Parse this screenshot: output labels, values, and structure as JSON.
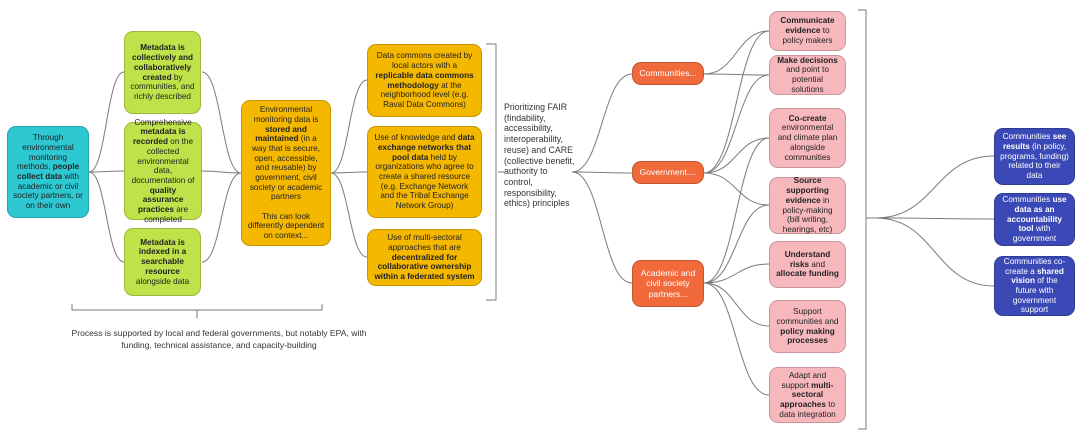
{
  "nodes": {
    "start": [
      "Through environmental monitoring methods, ",
      {
        "b": "people collect data"
      },
      " with academic or civil society partners, or on their own"
    ],
    "meta_collective": [
      {
        "b": "Metadata is collectively and collaboratively created"
      },
      " by communities, and richly described"
    ],
    "meta_recorded": [
      "Comprehensive ",
      {
        "b": "metadata is recorded"
      },
      " on the collected environmental data, documentation of ",
      {
        "b": "quality assurance practices"
      },
      " are completed"
    ],
    "meta_indexed": [
      {
        "b": "Metadata is indexed in a searchable resource"
      },
      " alongside data"
    ],
    "stored": [
      "Environmental monitoring data is ",
      {
        "b": "stored and maintained"
      },
      " (in a way that is secure, open, accessible, and reusable) by government, civil society or academic partners",
      {
        "br": 2
      },
      "This can look differently dependent on context..."
    ],
    "commons": [
      "Data commons created by local actors with a ",
      {
        "b": "replicable data commons methodology"
      },
      " at the neighborhood level (e.g. Raval Data Commons)"
    ],
    "exchange": [
      "Use of knowledge and ",
      {
        "b": "data exchange networks that pool data"
      },
      " held by organizations who agree to create a shared resource (e.g. Exchange Network and the Tribal Exchange Network Group)"
    ],
    "multisectoral": [
      "Use of multi-sectoral approaches that are ",
      {
        "b": "decentralized for collaborative ownership within a federated system"
      }
    ],
    "communities": [
      "Communities..."
    ],
    "government": [
      "Government...."
    ],
    "academic": [
      "Academic and civil society partners..."
    ],
    "communicate": [
      {
        "b": "Communicate evidence"
      },
      " to policy makers"
    ],
    "decisions": [
      {
        "b": "Make decisions"
      },
      " and point to potential solutions"
    ],
    "cocreate": [
      {
        "b": "Co-create"
      },
      " environmental and climate plan alongside communities"
    ],
    "source": [
      {
        "b": "Source supporting evidence"
      },
      " in policy-making (bill writing, hearings, etc)"
    ],
    "risks": [
      {
        "b": "Understand risks"
      },
      " and ",
      {
        "b": "allocate funding"
      }
    ],
    "support": [
      "Support communities and ",
      {
        "b": "policy making processes"
      }
    ],
    "adapt": [
      "Adapt and support ",
      {
        "b": "multi-sectoral approaches"
      },
      " to data integration"
    ],
    "see_results": [
      "Communities ",
      {
        "b": "see results"
      },
      " (in policy, programs, funding) related to their data"
    ],
    "accountability": [
      "Communities ",
      {
        "b": "use data as an accountability tool"
      },
      " with government"
    ],
    "shared_vision": [
      "Communities co-create a ",
      {
        "b": "shared vision"
      },
      " of the future with government support"
    ]
  },
  "fair_text": "Prioritizing FAIR (findability, accessibility, interoperability, reuse) and CARE (collective benefit, authority to control, responsibility, ethics) principles",
  "caption": "Process is supported by local and federal governments, but notably EPA, with funding, technical assistance, and capacity-building",
  "colors": {
    "teal": "#2ec8d2",
    "lime": "#bfe24a",
    "gold": "#f5b800",
    "orange": "#f06a3c",
    "pink": "#f7b8bd",
    "navy": "#3b49b6",
    "line": "#7a7a7a"
  }
}
